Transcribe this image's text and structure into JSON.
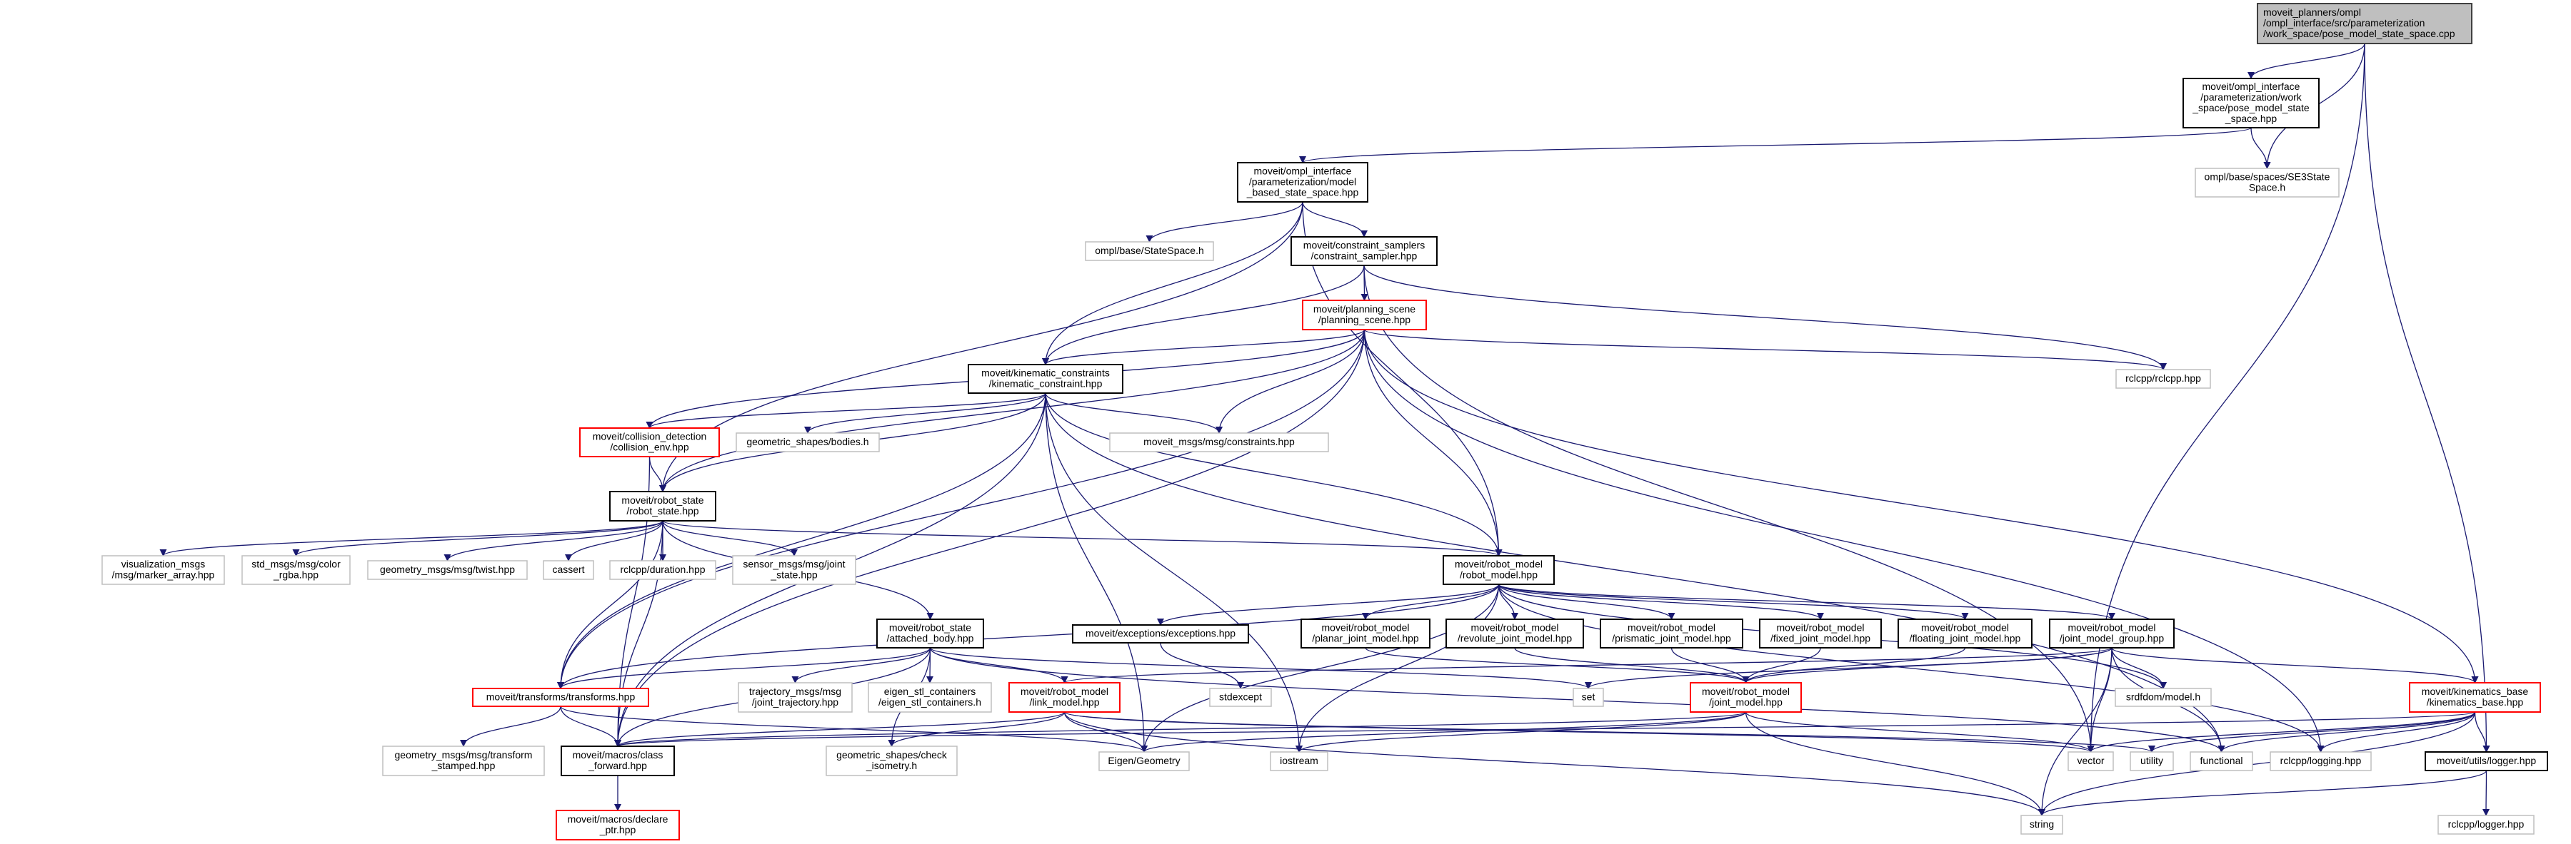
{
  "colors": {
    "edge": "#191970",
    "root_fill": "#bfbfbf",
    "root_border": "#404040",
    "normal_border": "#000000",
    "highlight_border": "#ff0000",
    "external_border": "#bfbfbf"
  },
  "nodes": [
    {
      "id": "root",
      "style": "root",
      "lines": [
        "moveit_planners/ompl",
        "/ompl_interface/src/parameterization",
        "/work_space/pose_model_state_space.cpp"
      ]
    },
    {
      "id": "pose",
      "style": "normal",
      "lines": [
        "moveit/ompl_interface",
        "/parameterization/work",
        "_space/pose_model_state",
        "_space.hpp"
      ]
    },
    {
      "id": "se3",
      "style": "external",
      "lines": [
        "ompl/base/spaces/SE3State",
        "Space.h"
      ]
    },
    {
      "id": "mbss",
      "style": "normal",
      "lines": [
        "moveit/ompl_interface",
        "/parameterization/model",
        "_based_state_space.hpp"
      ]
    },
    {
      "id": "statespace",
      "style": "external",
      "lines": [
        "ompl/base/StateSpace.h"
      ]
    },
    {
      "id": "csamp",
      "style": "normal",
      "lines": [
        "moveit/constraint_samplers",
        "/constraint_sampler.hpp"
      ]
    },
    {
      "id": "pscene",
      "style": "red",
      "lines": [
        "moveit/planning_scene",
        "/planning_scene.hpp"
      ]
    },
    {
      "id": "rclcpp",
      "style": "external",
      "lines": [
        "rclcpp/rclcpp.hpp"
      ]
    },
    {
      "id": "kc",
      "style": "normal",
      "lines": [
        "moveit/kinematic_constraints",
        "/kinematic_constraint.hpp"
      ]
    },
    {
      "id": "cenv",
      "style": "red",
      "lines": [
        "moveit/collision_detection",
        "/collision_env.hpp"
      ]
    },
    {
      "id": "bodies",
      "style": "external",
      "lines": [
        "geometric_shapes/bodies.h"
      ]
    },
    {
      "id": "cmsgs",
      "style": "external",
      "lines": [
        "moveit_msgs/msg/constraints.hpp"
      ]
    },
    {
      "id": "rstate",
      "style": "normal",
      "lines": [
        "moveit/robot_state",
        "/robot_state.hpp"
      ]
    },
    {
      "id": "marker",
      "style": "external",
      "lines": [
        "visualization_msgs",
        "/msg/marker_array.hpp"
      ]
    },
    {
      "id": "rgba",
      "style": "external",
      "lines": [
        "std_msgs/msg/color",
        "_rgba.hpp"
      ]
    },
    {
      "id": "twist",
      "style": "external",
      "lines": [
        "geometry_msgs/msg/twist.hpp"
      ]
    },
    {
      "id": "cassert",
      "style": "external",
      "lines": [
        "cassert"
      ]
    },
    {
      "id": "duration",
      "style": "external",
      "lines": [
        "rclcpp/duration.hpp"
      ]
    },
    {
      "id": "jstate",
      "style": "external",
      "lines": [
        "sensor_msgs/msg/joint",
        "_state.hpp"
      ]
    },
    {
      "id": "rmodel",
      "style": "normal",
      "lines": [
        "moveit/robot_model",
        "/robot_model.hpp"
      ]
    },
    {
      "id": "exc",
      "style": "normal",
      "lines": [
        "moveit/exceptions/exceptions.hpp"
      ]
    },
    {
      "id": "planar",
      "style": "normal",
      "lines": [
        "moveit/robot_model",
        "/planar_joint_model.hpp"
      ]
    },
    {
      "id": "revolute",
      "style": "normal",
      "lines": [
        "moveit/robot_model",
        "/revolute_joint_model.hpp"
      ]
    },
    {
      "id": "prismatic",
      "style": "normal",
      "lines": [
        "moveit/robot_model",
        "/prismatic_joint_model.hpp"
      ]
    },
    {
      "id": "fixed",
      "style": "normal",
      "lines": [
        "moveit/robot_model",
        "/fixed_joint_model.hpp"
      ]
    },
    {
      "id": "floating",
      "style": "normal",
      "lines": [
        "moveit/robot_model",
        "/floating_joint_model.hpp"
      ]
    },
    {
      "id": "jmg",
      "style": "normal",
      "lines": [
        "moveit/robot_model",
        "/joint_model_group.hpp"
      ]
    },
    {
      "id": "abody",
      "style": "normal",
      "lines": [
        "moveit/robot_state",
        "/attached_body.hpp"
      ]
    },
    {
      "id": "transforms",
      "style": "red",
      "lines": [
        "moveit/transforms/transforms.hpp"
      ]
    },
    {
      "id": "traj",
      "style": "external",
      "lines": [
        "trajectory_msgs/msg",
        "/joint_trajectory.hpp"
      ]
    },
    {
      "id": "eigenstl",
      "style": "external",
      "lines": [
        "eigen_stl_containers",
        "/eigen_stl_containers.h"
      ]
    },
    {
      "id": "stdexcept",
      "style": "external",
      "lines": [
        "stdexcept"
      ]
    },
    {
      "id": "link",
      "style": "red",
      "lines": [
        "moveit/robot_model",
        "/link_model.hpp"
      ]
    },
    {
      "id": "set",
      "style": "external",
      "lines": [
        "set"
      ]
    },
    {
      "id": "jmodel",
      "style": "red",
      "lines": [
        "moveit/robot_model",
        "/joint_model.hpp"
      ]
    },
    {
      "id": "srdf",
      "style": "external",
      "lines": [
        "srdfdom/model.h"
      ]
    },
    {
      "id": "kbase",
      "style": "red",
      "lines": [
        "moveit/kinematics_base",
        "/kinematics_base.hpp"
      ]
    },
    {
      "id": "tstamped",
      "style": "external",
      "lines": [
        "geometry_msgs/msg/transform",
        "_stamped.hpp"
      ]
    },
    {
      "id": "cfwd",
      "style": "normal",
      "lines": [
        "moveit/macros/class",
        "_forward.hpp"
      ]
    },
    {
      "id": "check",
      "style": "external",
      "lines": [
        "geometric_shapes/check",
        "_isometry.h"
      ]
    },
    {
      "id": "eigen",
      "style": "external",
      "lines": [
        "Eigen/Geometry"
      ]
    },
    {
      "id": "iostream",
      "style": "external",
      "lines": [
        "iostream"
      ]
    },
    {
      "id": "vector",
      "style": "external",
      "lines": [
        "vector"
      ]
    },
    {
      "id": "utility",
      "style": "external",
      "lines": [
        "utility"
      ]
    },
    {
      "id": "functional",
      "style": "external",
      "lines": [
        "functional"
      ]
    },
    {
      "id": "rlogging",
      "style": "external",
      "lines": [
        "rclcpp/logging.hpp"
      ]
    },
    {
      "id": "ulogger",
      "style": "normal",
      "lines": [
        "moveit/utils/logger.hpp"
      ]
    },
    {
      "id": "declare",
      "style": "red",
      "lines": [
        "moveit/macros/declare",
        "_ptr.hpp"
      ]
    },
    {
      "id": "string",
      "style": "external",
      "lines": [
        "string"
      ]
    },
    {
      "id": "rlogger",
      "style": "external",
      "lines": [
        "rclcpp/logger.hpp"
      ]
    }
  ],
  "edges": [
    [
      "root",
      "pose"
    ],
    [
      "root",
      "se3"
    ],
    [
      "root",
      "vector"
    ],
    [
      "root",
      "ulogger"
    ],
    [
      "pose",
      "mbss"
    ],
    [
      "pose",
      "se3"
    ],
    [
      "mbss",
      "statespace"
    ],
    [
      "mbss",
      "csamp"
    ],
    [
      "mbss",
      "kc"
    ],
    [
      "mbss",
      "rstate"
    ],
    [
      "mbss",
      "rmodel"
    ],
    [
      "csamp",
      "pscene"
    ],
    [
      "csamp",
      "kc"
    ],
    [
      "csamp",
      "rclcpp"
    ],
    [
      "csamp",
      "vector"
    ],
    [
      "pscene",
      "kc"
    ],
    [
      "pscene",
      "cenv"
    ],
    [
      "pscene",
      "rclcpp"
    ],
    [
      "pscene",
      "cmsgs"
    ],
    [
      "pscene",
      "rstate"
    ],
    [
      "pscene",
      "rmodel"
    ],
    [
      "pscene",
      "transforms"
    ],
    [
      "pscene",
      "kbase"
    ],
    [
      "pscene",
      "cfwd"
    ],
    [
      "pscene",
      "rlogging"
    ],
    [
      "kc",
      "cenv"
    ],
    [
      "kc",
      "bodies"
    ],
    [
      "kc",
      "cmsgs"
    ],
    [
      "kc",
      "rstate"
    ],
    [
      "kc",
      "rmodel"
    ],
    [
      "kc",
      "transforms"
    ],
    [
      "kc",
      "cfwd"
    ],
    [
      "kc",
      "iostream"
    ],
    [
      "kc",
      "eigen"
    ],
    [
      "kc",
      "functional"
    ],
    [
      "cenv",
      "rstate"
    ],
    [
      "cenv",
      "cfwd"
    ],
    [
      "rstate",
      "marker"
    ],
    [
      "rstate",
      "rgba"
    ],
    [
      "rstate",
      "twist"
    ],
    [
      "rstate",
      "cassert"
    ],
    [
      "rstate",
      "duration"
    ],
    [
      "rstate",
      "jstate"
    ],
    [
      "rstate",
      "rmodel"
    ],
    [
      "rstate",
      "abody"
    ],
    [
      "rstate",
      "transforms"
    ],
    [
      "rstate",
      "cfwd"
    ],
    [
      "rmodel",
      "exc"
    ],
    [
      "rmodel",
      "planar"
    ],
    [
      "rmodel",
      "revolute"
    ],
    [
      "rmodel",
      "prismatic"
    ],
    [
      "rmodel",
      "fixed"
    ],
    [
      "rmodel",
      "floating"
    ],
    [
      "rmodel",
      "jmg"
    ],
    [
      "rmodel",
      "srdf"
    ],
    [
      "rmodel",
      "eigen"
    ],
    [
      "rmodel",
      "iostream"
    ],
    [
      "rmodel",
      "transforms"
    ],
    [
      "rmodel",
      "rlogging"
    ],
    [
      "abody",
      "traj"
    ],
    [
      "abody",
      "eigenstl"
    ],
    [
      "abody",
      "link"
    ],
    [
      "abody",
      "transforms"
    ],
    [
      "abody",
      "set"
    ],
    [
      "abody",
      "check"
    ],
    [
      "abody",
      "cfwd"
    ],
    [
      "abody",
      "functional"
    ],
    [
      "exc",
      "stdexcept"
    ],
    [
      "planar",
      "jmodel"
    ],
    [
      "revolute",
      "jmodel"
    ],
    [
      "prismatic",
      "jmodel"
    ],
    [
      "fixed",
      "jmodel"
    ],
    [
      "floating",
      "jmodel"
    ],
    [
      "jmg",
      "jmodel"
    ],
    [
      "jmg",
      "link"
    ],
    [
      "jmg",
      "set"
    ],
    [
      "jmg",
      "srdf"
    ],
    [
      "jmg",
      "kbase"
    ],
    [
      "jmg",
      "string"
    ],
    [
      "jmg",
      "functional"
    ],
    [
      "jmg",
      "vector"
    ],
    [
      "transforms",
      "tstamped"
    ],
    [
      "transforms",
      "cfwd"
    ],
    [
      "transforms",
      "eigen"
    ],
    [
      "link",
      "cfwd"
    ],
    [
      "link",
      "eigen"
    ],
    [
      "link",
      "check"
    ],
    [
      "link",
      "string"
    ],
    [
      "link",
      "utility"
    ],
    [
      "link",
      "vector"
    ],
    [
      "jmodel",
      "cfwd"
    ],
    [
      "jmodel",
      "eigen"
    ],
    [
      "jmodel",
      "iostream"
    ],
    [
      "jmodel",
      "string"
    ],
    [
      "jmodel",
      "vector"
    ],
    [
      "kbase",
      "cfwd"
    ],
    [
      "kbase",
      "utility"
    ],
    [
      "kbase",
      "functional"
    ],
    [
      "kbase",
      "rlogging"
    ],
    [
      "kbase",
      "ulogger"
    ],
    [
      "kbase",
      "string"
    ],
    [
      "kbase",
      "vector"
    ],
    [
      "ulogger",
      "rlogger"
    ],
    [
      "ulogger",
      "string"
    ],
    [
      "cfwd",
      "declare"
    ]
  ]
}
